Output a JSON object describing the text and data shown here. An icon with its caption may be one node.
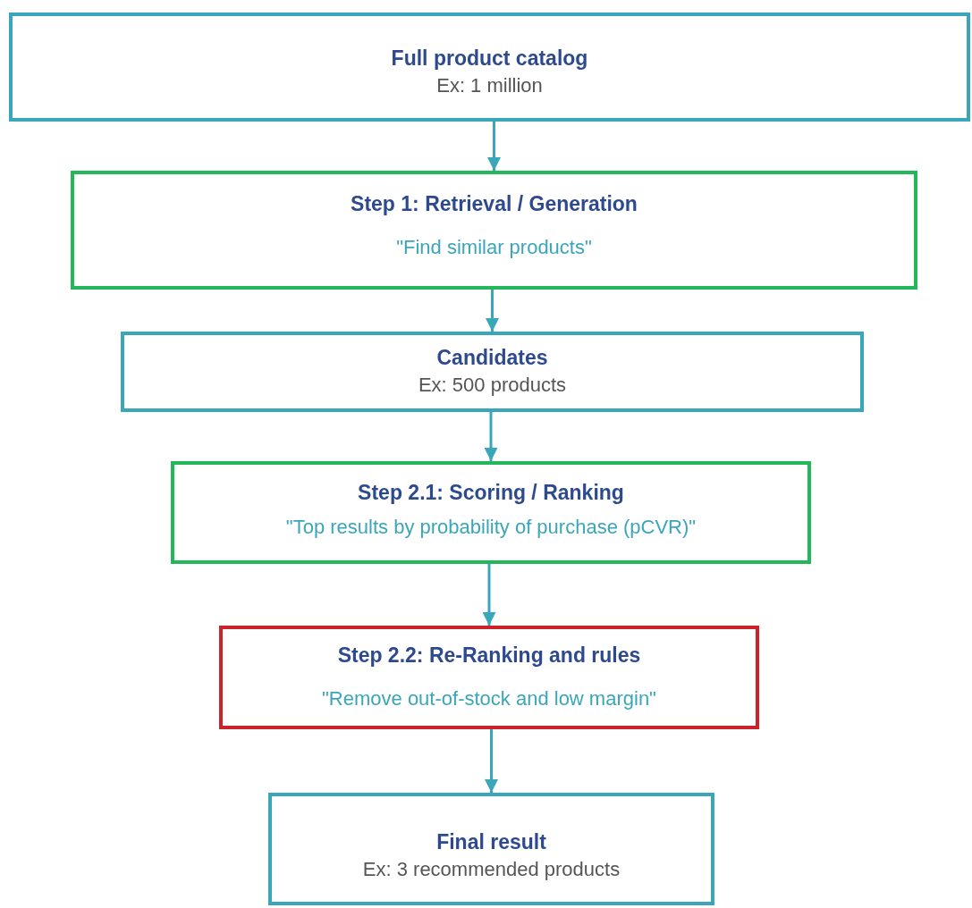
{
  "diagram": {
    "nodes": [
      {
        "text": [
          "Full product catalog",
          "Ex: 1 million"
        ]
      },
      {
        "text": [
          "Step 1: Retrieval / Generation",
          "\"Find similar products\""
        ]
      },
      {
        "text": [
          "Candidates",
          "Ex: 500 products"
        ]
      },
      {
        "text": [
          "Step 2.1: Scoring / Ranking",
          "\"Top results by probability of purchase (pCVR)\""
        ]
      },
      {
        "text": [
          "Step 2.2: Re-Ranking and rules",
          "\"Remove out-of-stock and low margin\""
        ]
      },
      {
        "text": [
          "Final result",
          "Ex: 3 recommended products"
        ]
      }
    ],
    "edges": [
      {
        "from": 0,
        "to": 1,
        "arrow": "to"
      },
      {
        "from": 1,
        "to": 2,
        "arrow": "to"
      },
      {
        "from": 2,
        "to": 3,
        "arrow": "to"
      },
      {
        "from": 3,
        "to": 4,
        "arrow": "to"
      },
      {
        "from": 4,
        "to": 5,
        "arrow": "to"
      }
    ]
  }
}
